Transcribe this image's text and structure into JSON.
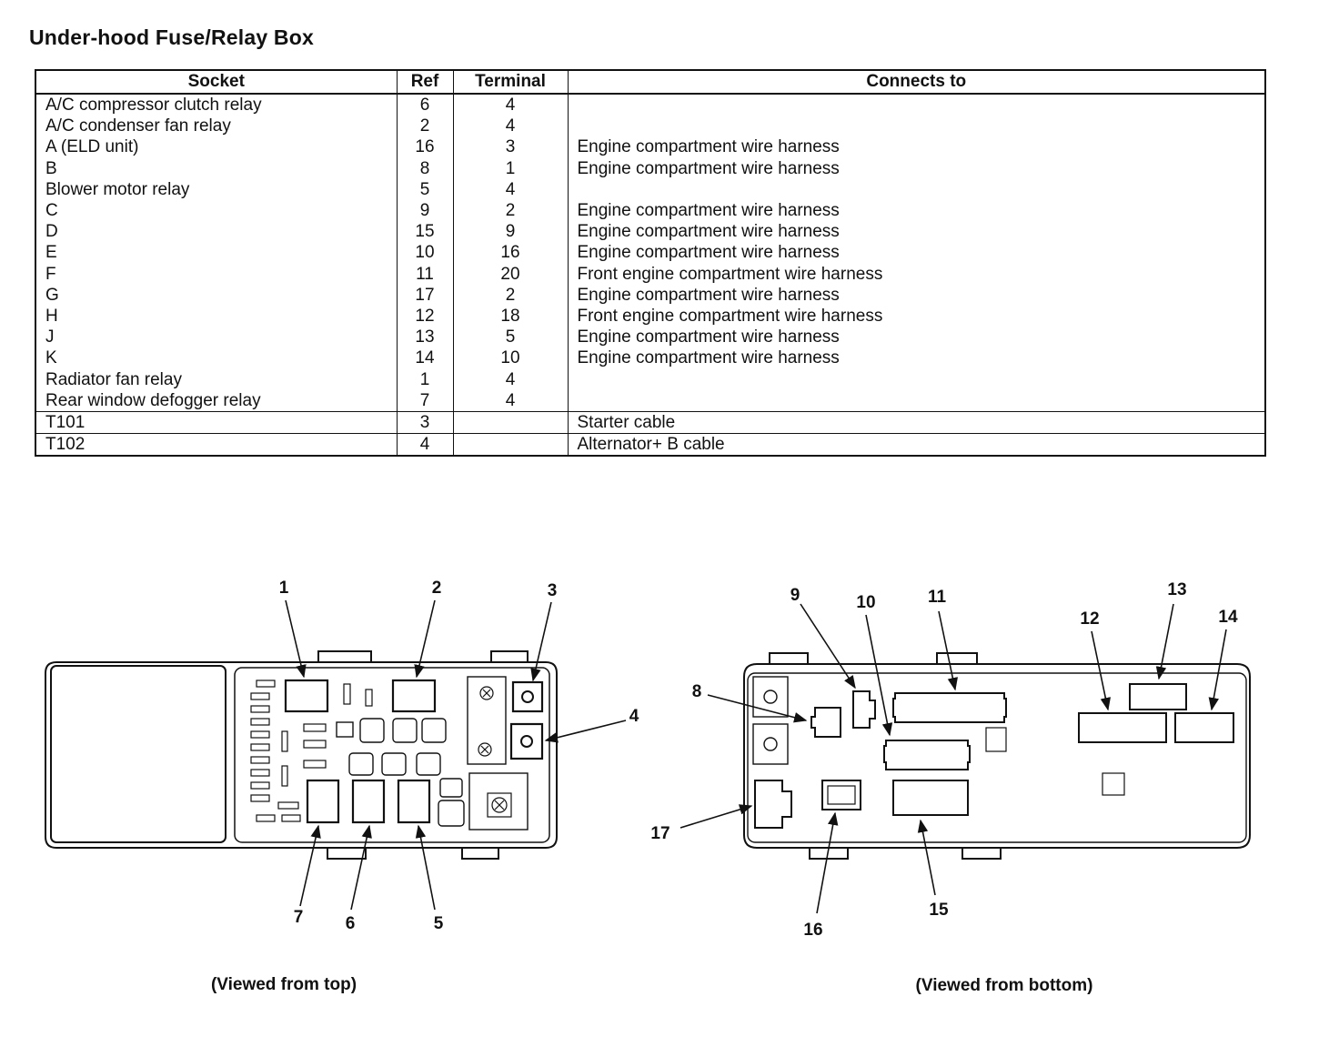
{
  "title": "Under-hood Fuse/Relay Box",
  "table": {
    "headers": [
      "Socket",
      "Ref",
      "Terminal",
      "Connects to"
    ],
    "rows": [
      [
        "A/C compressor clutch relay",
        "6",
        "4",
        ""
      ],
      [
        "A/C condenser fan relay",
        "2",
        "4",
        ""
      ],
      [
        "A (ELD unit)",
        "16",
        "3",
        "Engine compartment wire harness"
      ],
      [
        "B",
        "8",
        "1",
        "Engine compartment wire harness"
      ],
      [
        "Blower motor relay",
        "5",
        "4",
        ""
      ],
      [
        "C",
        "9",
        "2",
        "Engine compartment wire harness"
      ],
      [
        "D",
        "15",
        "9",
        "Engine compartment wire harness"
      ],
      [
        "E",
        "10",
        "16",
        "Engine compartment wire harness"
      ],
      [
        "F",
        "11",
        "20",
        "Front engine compartment wire harness"
      ],
      [
        "G",
        "17",
        "2",
        "Engine compartment wire harness"
      ],
      [
        "H",
        "12",
        "18",
        "Front engine compartment wire harness"
      ],
      [
        "J",
        "13",
        "5",
        "Engine compartment wire harness"
      ],
      [
        "K",
        "14",
        "10",
        "Engine compartment wire harness"
      ],
      [
        "Radiator fan relay",
        "1",
        "4",
        ""
      ],
      [
        "Rear window defogger relay",
        "7",
        "4",
        ""
      ],
      [
        "T101",
        "3",
        "",
        "Starter cable"
      ],
      [
        "T102",
        "4",
        "",
        "Alternator+ B cable"
      ]
    ]
  },
  "diagram": {
    "top_view": {
      "caption": "(Viewed from top)",
      "callouts": [
        "1",
        "2",
        "3",
        "4",
        "5",
        "6",
        "7"
      ]
    },
    "bottom_view": {
      "caption": "(Viewed from bottom)",
      "callouts": [
        "8",
        "9",
        "10",
        "11",
        "12",
        "13",
        "14",
        "15",
        "16",
        "17"
      ]
    }
  }
}
